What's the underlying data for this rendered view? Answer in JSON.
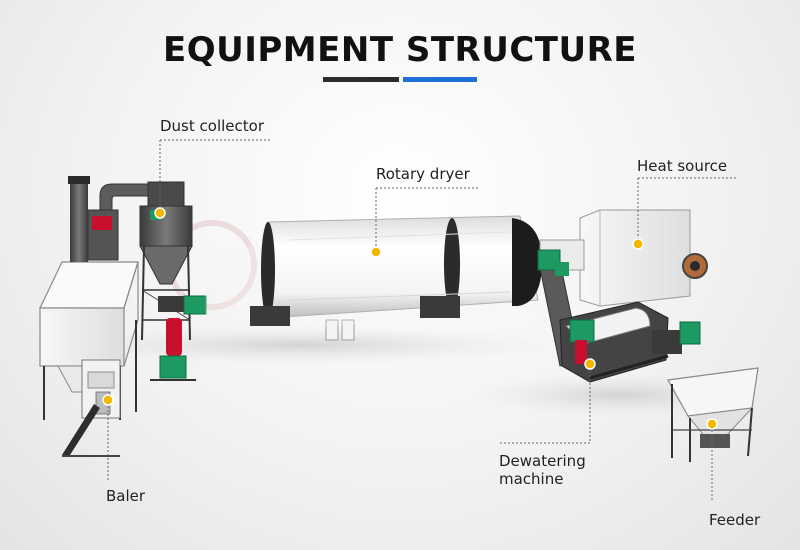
{
  "title": "EQUIPMENT STRUCTURE",
  "colors": {
    "underline_dark": "#2b2b2b",
    "underline_blue": "#1e6fd6",
    "marker": "#f2b800",
    "leader_line": "#666666",
    "machine_green": "#1c9a62",
    "machine_red": "#c8102e"
  },
  "labels": {
    "dust_collector": "Dust collector",
    "rotary_dryer": "Rotary dryer",
    "heat_source": "Heat source",
    "dewatering_line1": "Dewatering",
    "dewatering_line2": "machine",
    "baler": "Baler",
    "feeder": "Feeder"
  },
  "icons": [
    "pin-marker-icon",
    "fan-motor-icon"
  ]
}
